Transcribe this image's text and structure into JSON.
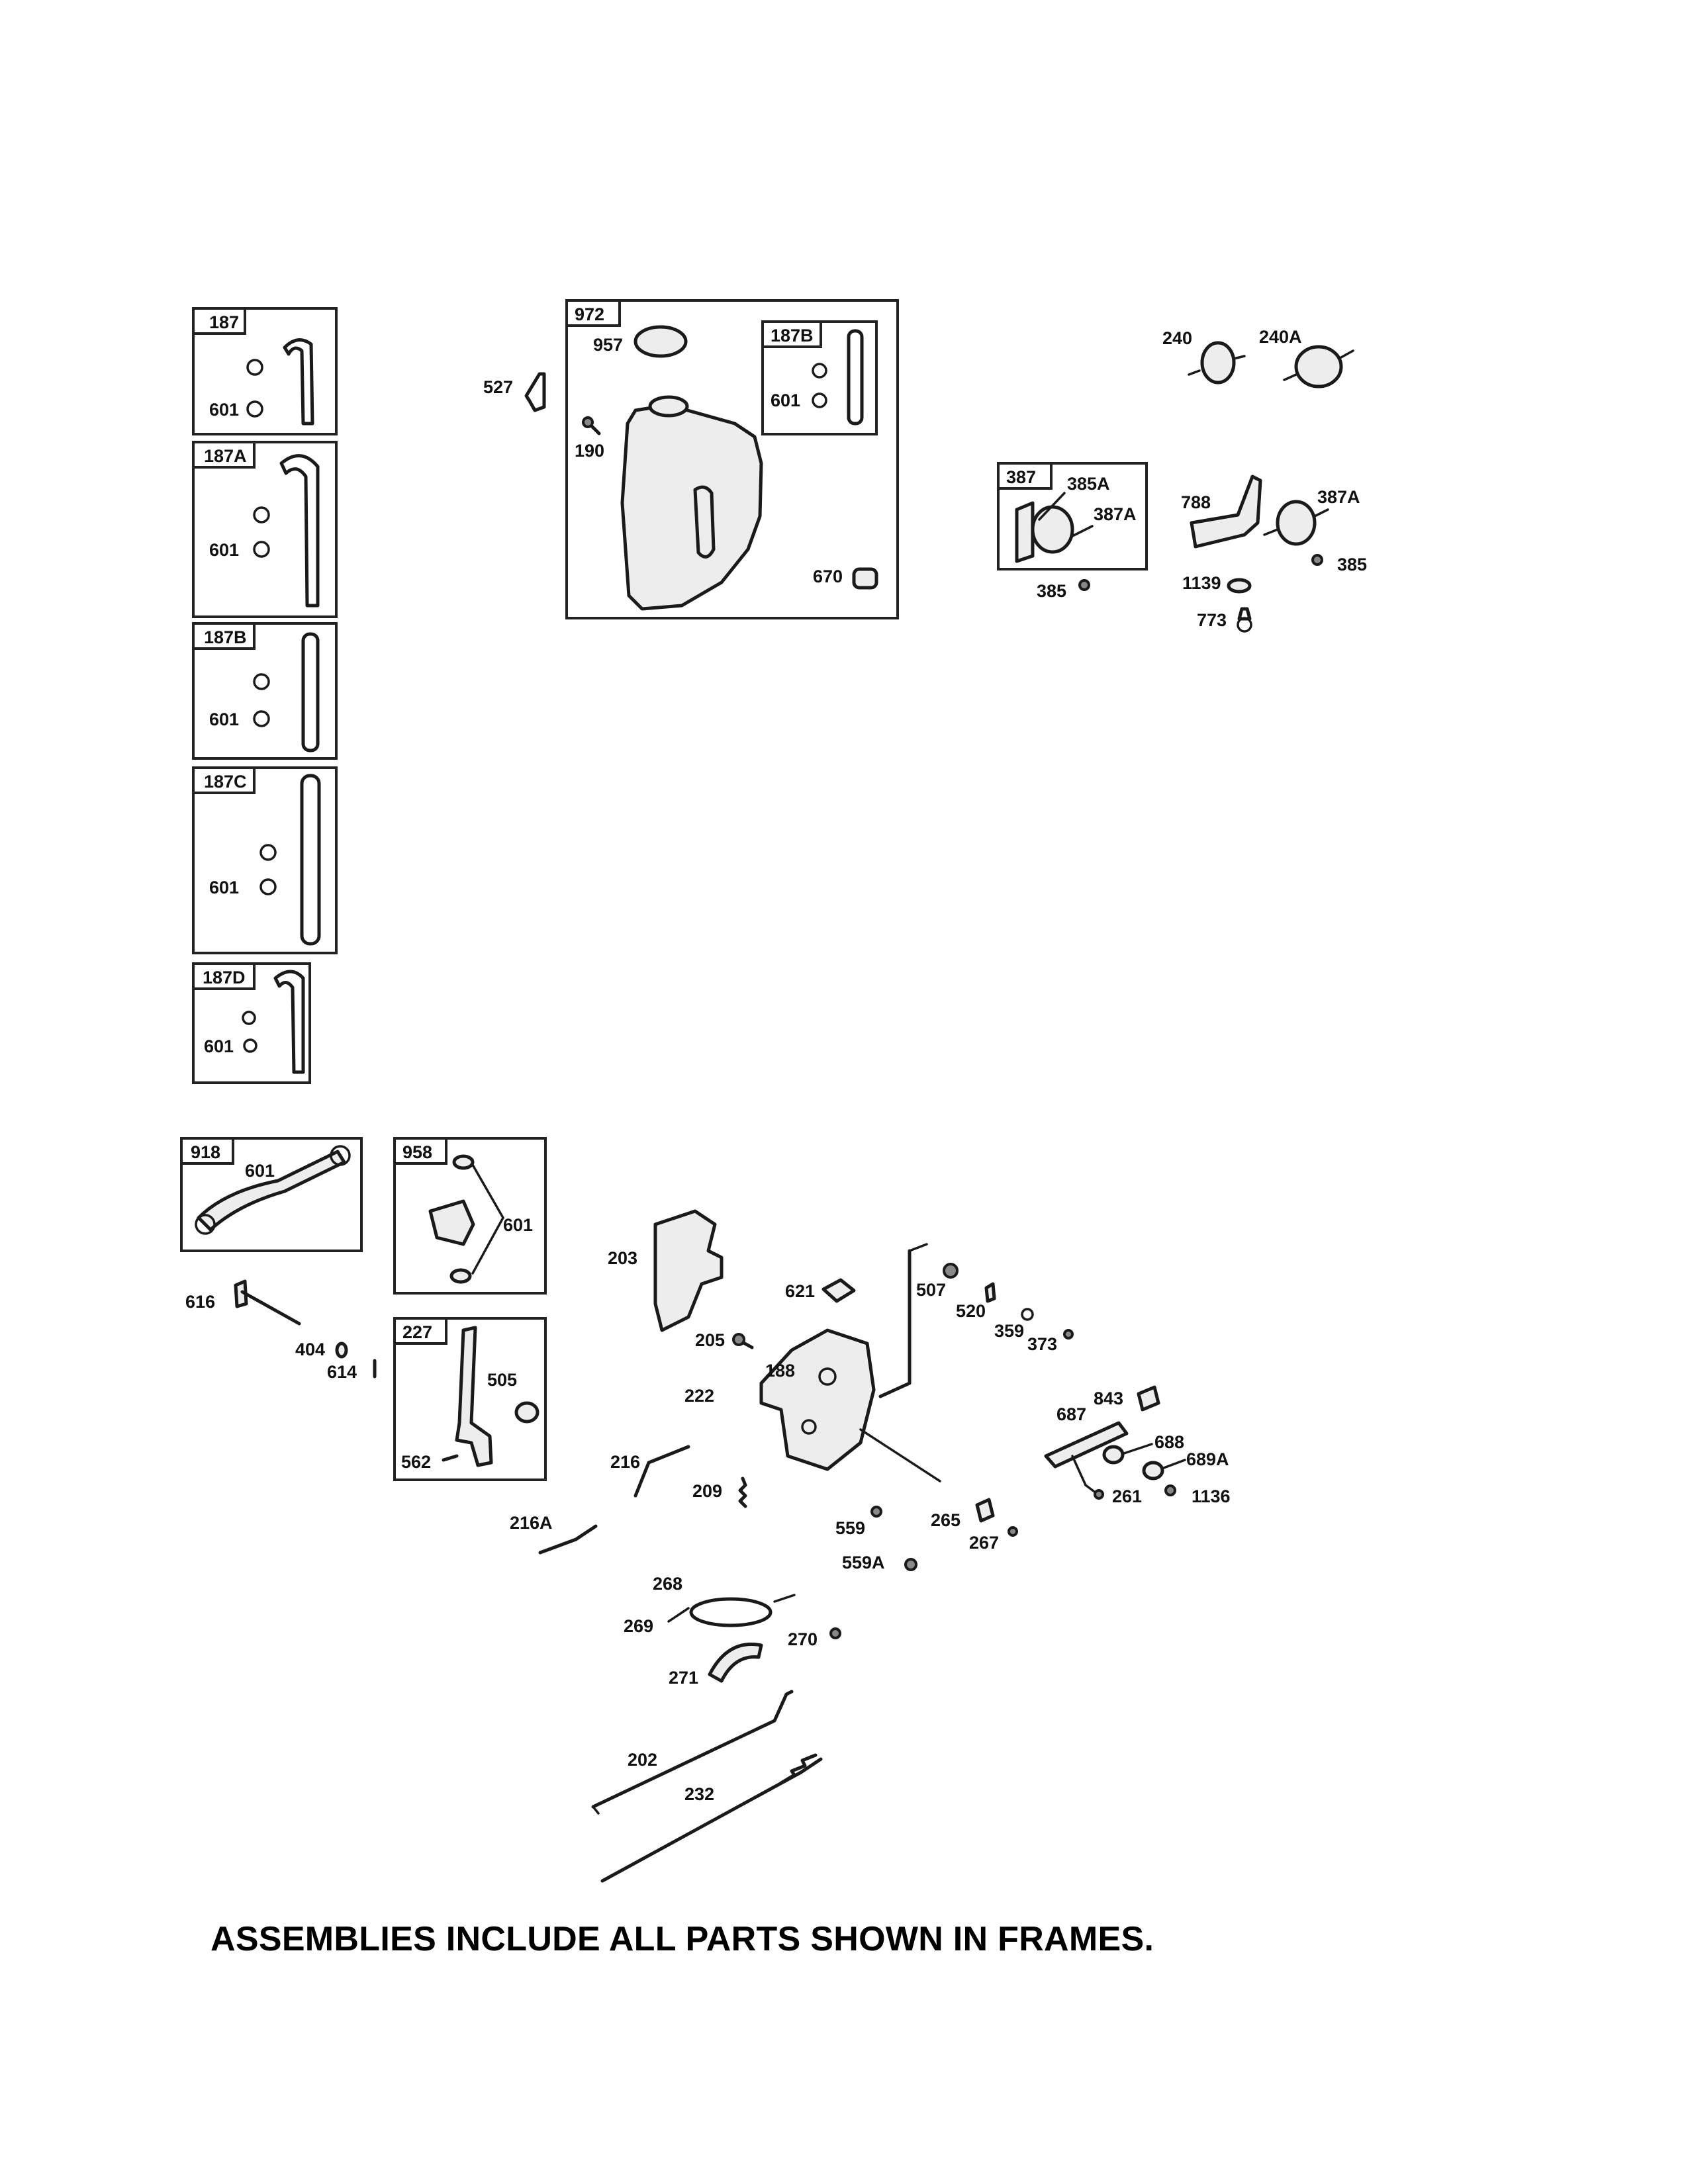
{
  "frames": {
    "f187": "187",
    "f187a": "187A",
    "f187b": "187B",
    "f187c": "187C",
    "f187d": "187D",
    "f972": "972",
    "f972_187b": "187B",
    "f387": "387",
    "f918": "918",
    "f958": "958",
    "f227": "227"
  },
  "parts": {
    "p601_187": "601",
    "p601_187a": "601",
    "p601_187b": "601",
    "p601_187c": "601",
    "p601_187d": "601",
    "p957": "957",
    "p601_972": "601",
    "p527": "527",
    "p190": "190",
    "p670": "670",
    "p240": "240",
    "p240a": "240A",
    "p385a": "385A",
    "p387a_in": "387A",
    "p385_in": "385",
    "p788": "788",
    "p387a": "387A",
    "p385": "385",
    "p1139": "1139",
    "p773": "773",
    "p601_918": "601",
    "p601_958": "601",
    "p616": "616",
    "p404": "404",
    "p614": "614",
    "p505": "505",
    "p562": "562",
    "p203": "203",
    "p621": "621",
    "p507": "507",
    "p520": "520",
    "p359": "359",
    "p373": "373",
    "p205": "205",
    "p188": "188",
    "p222": "222",
    "p843": "843",
    "p687": "687",
    "p688": "688",
    "p689a": "689A",
    "p261": "261",
    "p1136": "1136",
    "p216": "216",
    "p209": "209",
    "p216a": "216A",
    "p559": "559",
    "p265": "265",
    "p267": "267",
    "p559a": "559A",
    "p268": "268",
    "p269": "269",
    "p270": "270",
    "p271": "271",
    "p202": "202",
    "p232": "232"
  },
  "caption": "ASSEMBLIES INCLUDE ALL PARTS SHOWN IN FRAMES."
}
